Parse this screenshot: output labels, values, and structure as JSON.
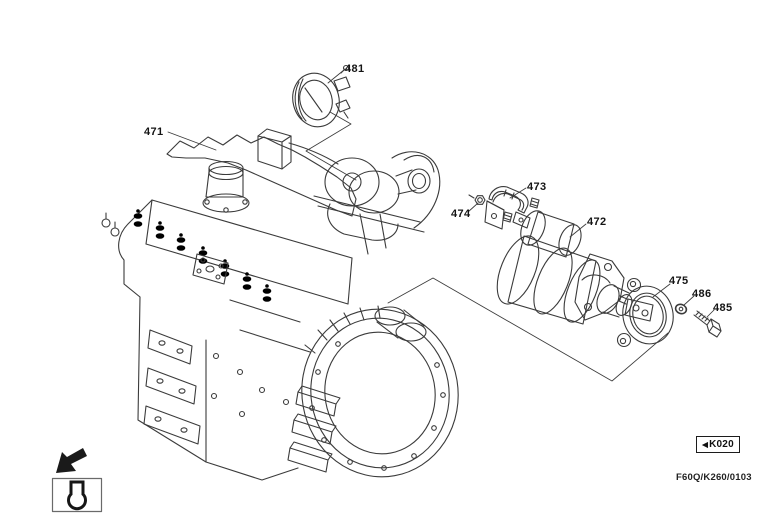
{
  "page": {
    "background_color": "#ffffff",
    "line_color": "#3b3b3b",
    "label_color": "#141414"
  },
  "part_labels": [
    {
      "number": "471",
      "part": "engine-assembly"
    },
    {
      "number": "481",
      "part": "hose-clamp"
    },
    {
      "number": "473",
      "part": "terminal-cover"
    },
    {
      "number": "474",
      "part": "nut"
    },
    {
      "number": "472",
      "part": "starter-motor"
    },
    {
      "number": "475",
      "part": "gasket-plate"
    },
    {
      "number": "486",
      "part": "washer"
    },
    {
      "number": "485",
      "part": "bolt"
    }
  ],
  "footer": {
    "page_ref_arrow": "◀",
    "page_ref": "K020",
    "doc_code": "F60Q/K260/0103"
  },
  "icons": {
    "page_ref_marker": "left-triangle",
    "direction_arrow": "down-left-arrow",
    "legend_symbol": "keyhole-icon"
  }
}
